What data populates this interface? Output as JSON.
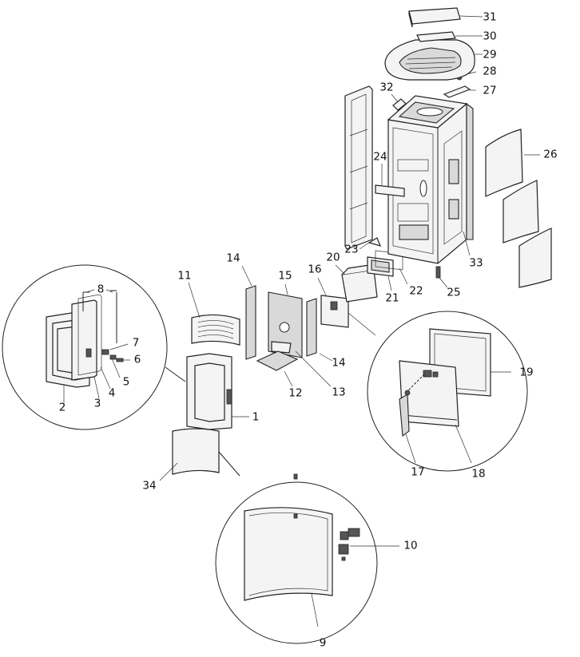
{
  "diagram": {
    "labels": [
      {
        "id": "p1",
        "text": "1"
      },
      {
        "id": "p2",
        "text": "2"
      },
      {
        "id": "p3",
        "text": "3"
      },
      {
        "id": "p4",
        "text": "4"
      },
      {
        "id": "p5",
        "text": "5"
      },
      {
        "id": "p6",
        "text": "6"
      },
      {
        "id": "p7",
        "text": "7"
      },
      {
        "id": "p8",
        "text": "8"
      },
      {
        "id": "p9",
        "text": "9"
      },
      {
        "id": "p10",
        "text": "10"
      },
      {
        "id": "p11",
        "text": "11"
      },
      {
        "id": "p12",
        "text": "12"
      },
      {
        "id": "p13",
        "text": "13"
      },
      {
        "id": "p14a",
        "text": "14"
      },
      {
        "id": "p14b",
        "text": "14"
      },
      {
        "id": "p15",
        "text": "15"
      },
      {
        "id": "p16",
        "text": "16"
      },
      {
        "id": "p17",
        "text": "17"
      },
      {
        "id": "p18",
        "text": "18"
      },
      {
        "id": "p19",
        "text": "19"
      },
      {
        "id": "p20",
        "text": "20"
      },
      {
        "id": "p21",
        "text": "21"
      },
      {
        "id": "p22",
        "text": "22"
      },
      {
        "id": "p23",
        "text": "23"
      },
      {
        "id": "p24",
        "text": "24"
      },
      {
        "id": "p25",
        "text": "25"
      },
      {
        "id": "p26",
        "text": "26"
      },
      {
        "id": "p27",
        "text": "27"
      },
      {
        "id": "p28",
        "text": "28"
      },
      {
        "id": "p29",
        "text": "29"
      },
      {
        "id": "p30",
        "text": "30"
      },
      {
        "id": "p31",
        "text": "31"
      },
      {
        "id": "p32",
        "text": "32"
      },
      {
        "id": "p33",
        "text": "33"
      },
      {
        "id": "p34",
        "text": "34"
      }
    ]
  }
}
